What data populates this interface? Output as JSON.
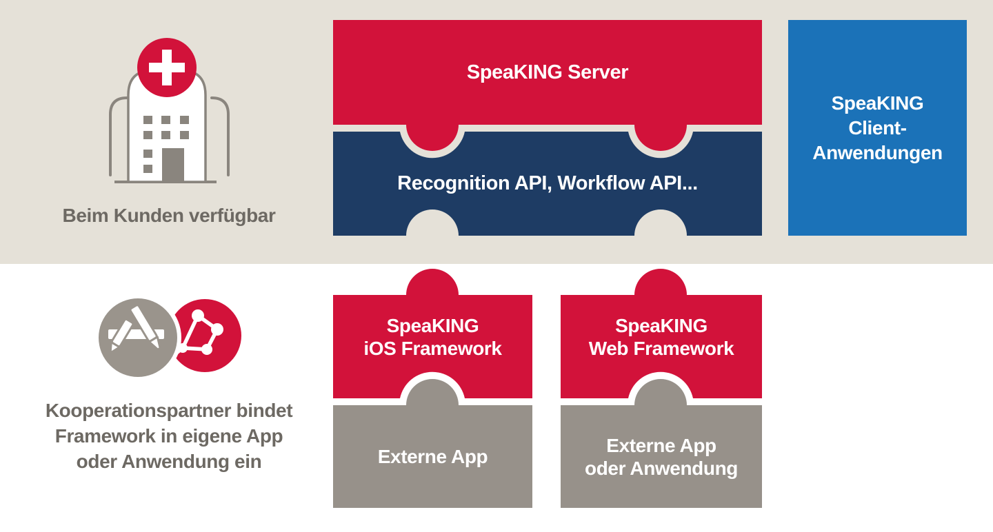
{
  "palette": {
    "red": "#d2123a",
    "navy": "#1e3c64",
    "blue": "#1b72b8",
    "beige": "#e5e1d8",
    "gray": "#97918a",
    "icon_gray": "#9a948c",
    "outline_gray": "#8a857e",
    "caption_gray": "#6d6963",
    "white": "#ffffff"
  },
  "top_section": {
    "customer_caption": "Beim Kunden verfügbar",
    "customer_icon": "hospital-icon",
    "server_piece_label": "SpeaKING Server",
    "api_piece_label": "Recognition API, Workflow API...",
    "client_box_lines": [
      "SpeaKING",
      "Client-",
      "Anwendungen"
    ]
  },
  "bottom_section": {
    "partner_caption_lines": [
      "Kooperationspartner bindet",
      "Framework in eigene App",
      "oder Anwendung ein"
    ],
    "partner_icons": [
      "app-store-icon",
      "network-icon"
    ],
    "ios_framework_lines": [
      "SpeaKING",
      "iOS Framework"
    ],
    "ios_app_lines": [
      "Externe App"
    ],
    "web_framework_lines": [
      "SpeaKING",
      "Web Framework"
    ],
    "web_app_lines": [
      "Externe App",
      "oder Anwendung"
    ]
  }
}
